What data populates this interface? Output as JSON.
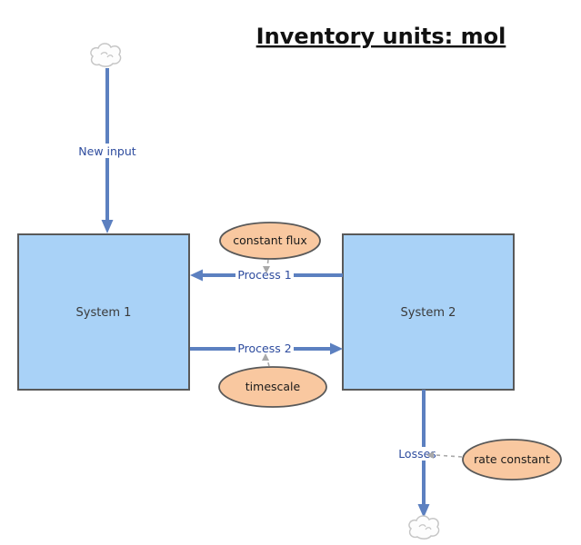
{
  "title": "Inventory units: mol",
  "systems": [
    {
      "label": "System 1"
    },
    {
      "label": "System 2"
    }
  ],
  "flows": [
    {
      "label": "New input",
      "from": "cloud-source",
      "to": "System 1",
      "direction": "down"
    },
    {
      "label": "Process 1",
      "from": "System 2",
      "to": "System 1",
      "direction": "left"
    },
    {
      "label": "Process 2",
      "from": "System 1",
      "to": "System 2",
      "direction": "right"
    },
    {
      "label": "Losses",
      "from": "System 2",
      "to": "cloud-sink",
      "direction": "down"
    }
  ],
  "parameters": [
    {
      "label": "constant flux",
      "points_to": "Process 1"
    },
    {
      "label": "timescale",
      "points_to": "Process 2"
    },
    {
      "label": "rate constant",
      "points_to": "Losses"
    }
  ],
  "icons": [
    {
      "name": "cloud-source-icon"
    },
    {
      "name": "cloud-sink-icon"
    }
  ],
  "colors": {
    "background": "#FFFFFF",
    "system_fill": "#A9D2F7",
    "system_border": "#595959",
    "system_text": "#3A3A3A",
    "flow_arrow": "#5C80C0",
    "flow_label": "#2E4C9E",
    "parameter_fill": "#F9C8A0",
    "parameter_border": "#595959",
    "parameter_text": "#1A1A1A",
    "connector_gray": "#A9A9A9",
    "title_text": "#111111",
    "cloud_stroke": "#C6C6C6"
  }
}
